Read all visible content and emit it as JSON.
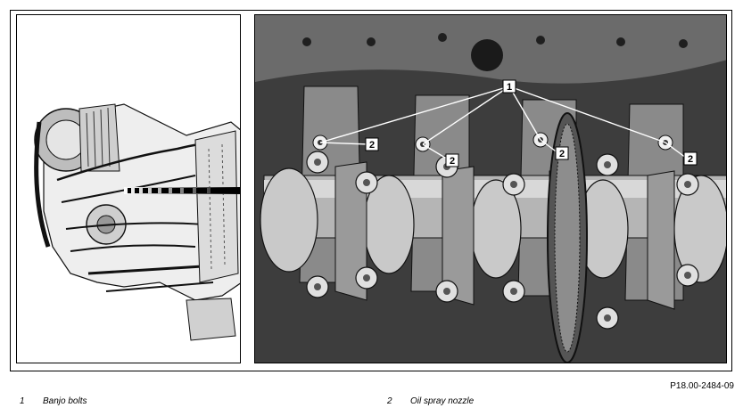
{
  "figure": {
    "reference": "P18.00-2484-09"
  },
  "callouts": [
    {
      "number": "1"
    },
    {
      "number": "2"
    }
  ],
  "legend": [
    {
      "number": "1",
      "label": "Banjo bolts"
    },
    {
      "number": "2",
      "label": "Oil spray nozzle"
    }
  ]
}
